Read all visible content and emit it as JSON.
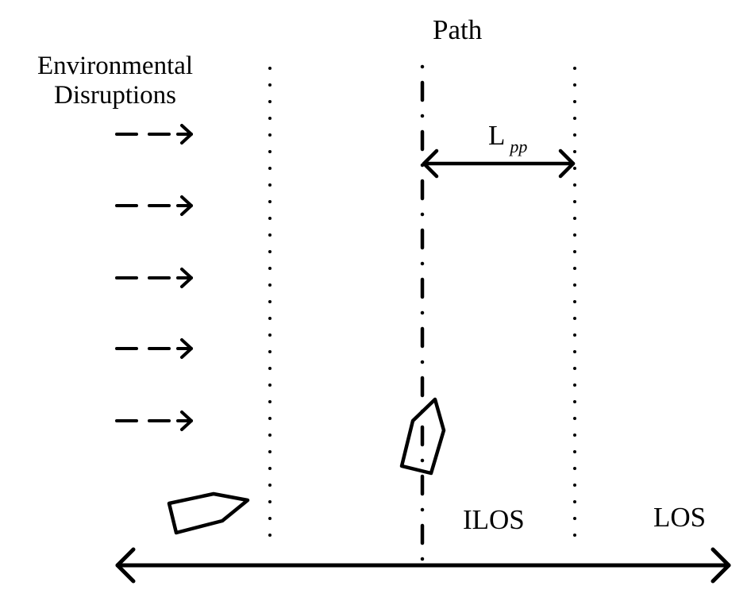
{
  "path_label": "Path",
  "environmental_label_line1": "Environmental",
  "environmental_label_line2": "Disruptions",
  "lpp_label_main": "L",
  "lpp_label_subscript": "pp",
  "ilos_label": "ILOS",
  "los_label": "LOS",
  "disruption_arrow_count": 5,
  "colors": {
    "ink": "#000000",
    "background": "#ffffff"
  }
}
